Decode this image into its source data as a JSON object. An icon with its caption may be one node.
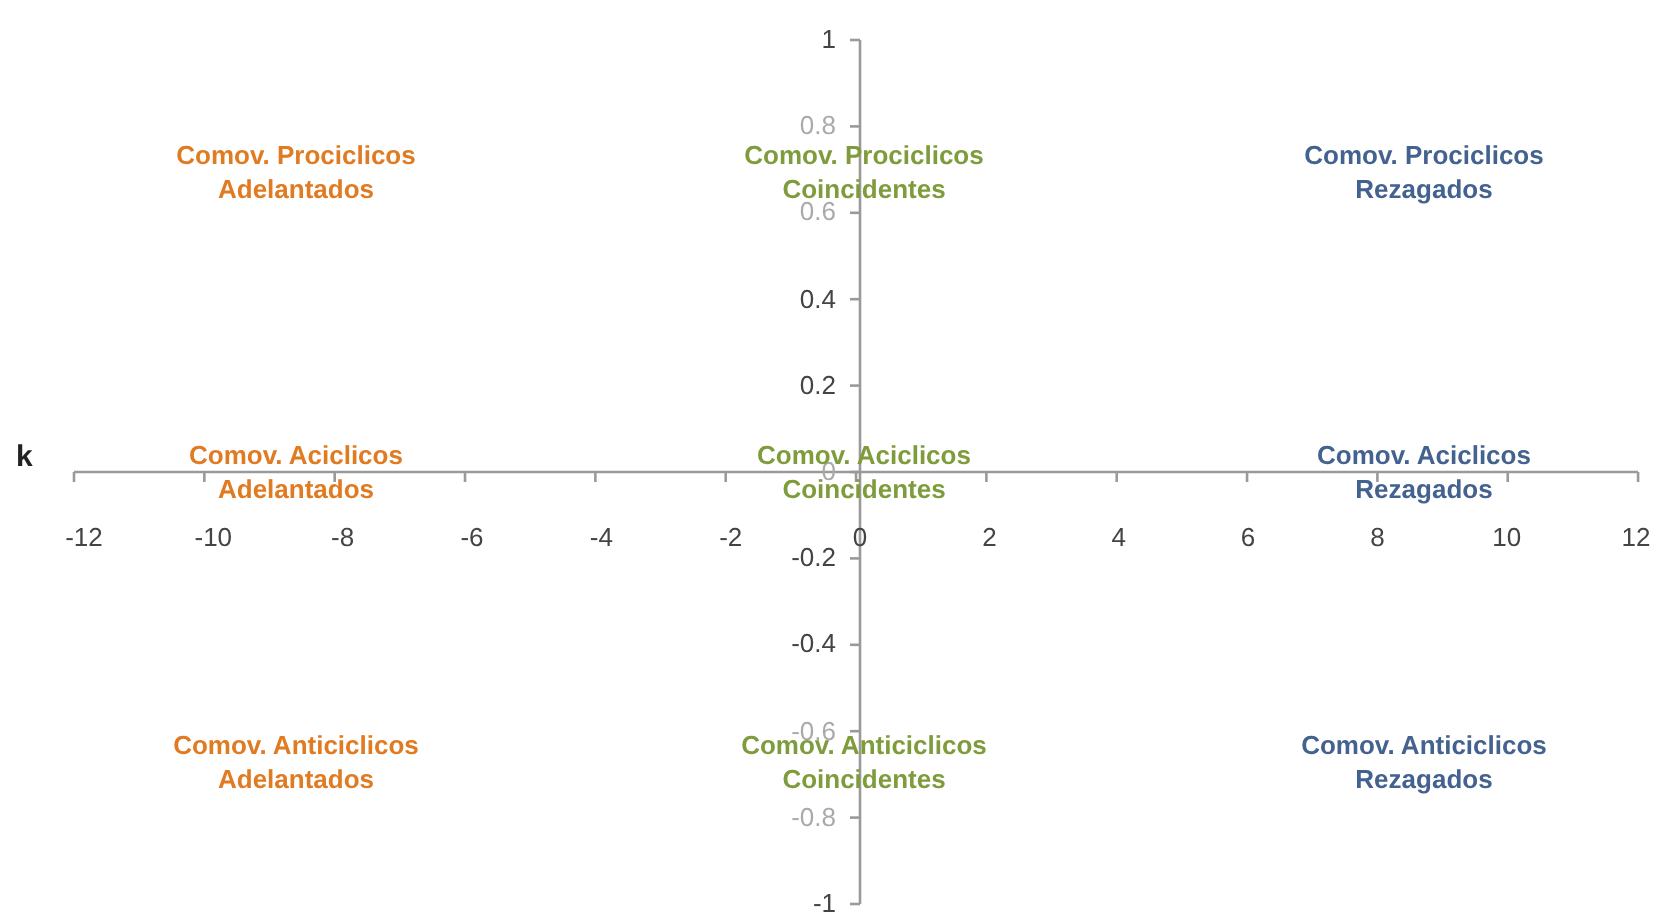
{
  "diagram": {
    "labels": [
      "1",
      "0.8",
      "0.6",
      "0.4",
      "0.2",
      "0",
      "-0.2",
      "-0.4",
      "-0.6",
      "-0.8",
      "-1",
      "-12",
      "-10",
      "-8",
      "-6",
      "-4",
      "-2",
      "0",
      "2",
      "4",
      "6",
      "8",
      "10",
      "12",
      "k",
      "Comov. Prociclicos Adelantados",
      "Comov. Prociclicos Coincidentes",
      "Comov. Prociclicos Rezagados",
      "Comov. Aciclicos Adelantados",
      "Comov. Aciclicos Coincidentes",
      "Comov. Aciclicos Rezagados",
      "Comov. Anticiclicos Adelantados",
      "Comov. Anticiclicos Coincidentes",
      "Comov. Anticiclicos Rezagados"
    ]
  }
}
